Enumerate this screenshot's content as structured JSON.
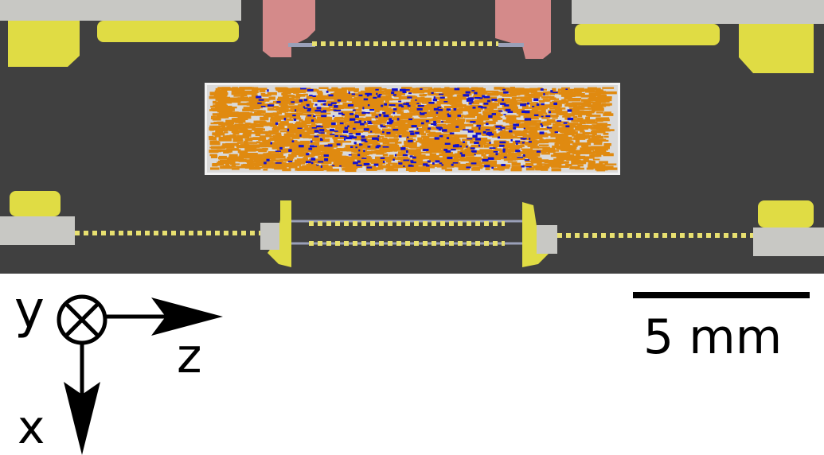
{
  "axes": {
    "y_label": "y",
    "z_label": "z",
    "x_label": "x"
  },
  "scale_bar": {
    "label": "5 mm",
    "length_mm": 5
  },
  "colors": {
    "background": "#404040",
    "gray_block": "#c8c8c4",
    "yellow": "#e0dc44",
    "pink": "#d48a8a",
    "sample_fill": "#dadada",
    "particle_orange": "#e08a10",
    "particle_blue": "#1010d0",
    "dotted_line": "#e8e070",
    "axis_black": "#000000"
  }
}
